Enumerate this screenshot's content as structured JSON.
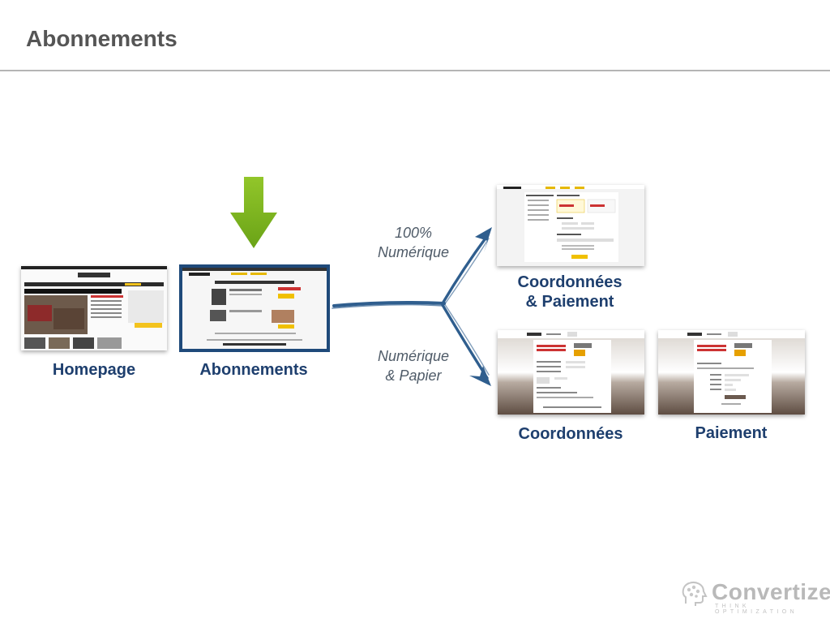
{
  "slide": {
    "title": "Abonnements"
  },
  "nodes": {
    "homepage": "Homepage",
    "abonnements": "Abonnements",
    "coordonnees_paiement_line1": "Coordonnées",
    "coordonnees_paiement_line2": "& Paiement",
    "coordonnees": "Coordonnées",
    "paiement": "Paiement"
  },
  "branches": {
    "digital_line1": "100%",
    "digital_line2": "Numérique",
    "print_line1": "Numérique",
    "print_line2": "& Papier"
  },
  "logo": {
    "name": "Convertize",
    "tagline": "THINK OPTIMIZATION"
  },
  "colors": {
    "title": "#555555",
    "label": "#1e3f6e",
    "branch_arrow": "#2f5e8e",
    "down_arrow": "#7db51f",
    "highlight_frame": "#1f4a7a"
  }
}
